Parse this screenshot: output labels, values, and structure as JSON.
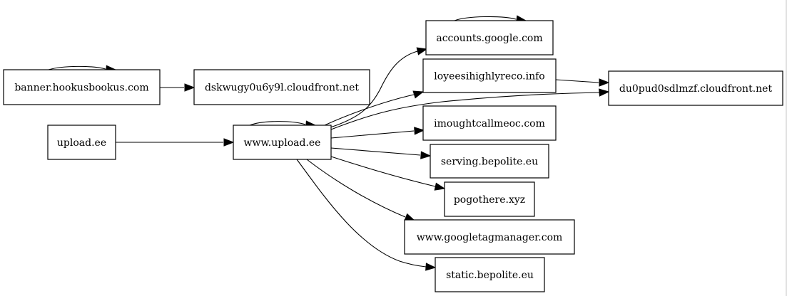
{
  "graph": {
    "nodes": [
      {
        "id": "banner",
        "label": "banner.hookusbookus.com"
      },
      {
        "id": "dskwugy",
        "label": "dskwugy0u6y9l.cloudfront.net"
      },
      {
        "id": "upload",
        "label": "upload.ee"
      },
      {
        "id": "wwwupload",
        "label": "www.upload.ee"
      },
      {
        "id": "accounts",
        "label": "accounts.google.com"
      },
      {
        "id": "loyeesi",
        "label": "loyeesihighlyreco.info"
      },
      {
        "id": "du0pud",
        "label": "du0pud0sdlmzf.cloudfront.net"
      },
      {
        "id": "imought",
        "label": "imoughtcallmeoc.com"
      },
      {
        "id": "serving",
        "label": "serving.bepolite.eu"
      },
      {
        "id": "pogothere",
        "label": "pogothere.xyz"
      },
      {
        "id": "gtm",
        "label": "www.googletagmanager.com"
      },
      {
        "id": "static",
        "label": "static.bepolite.eu"
      }
    ],
    "edges": [
      {
        "from": "banner",
        "to": "banner"
      },
      {
        "from": "banner",
        "to": "dskwugy"
      },
      {
        "from": "upload",
        "to": "wwwupload"
      },
      {
        "from": "wwwupload",
        "to": "wwwupload"
      },
      {
        "from": "wwwupload",
        "to": "accounts"
      },
      {
        "from": "wwwupload",
        "to": "loyeesi"
      },
      {
        "from": "wwwupload",
        "to": "du0pud"
      },
      {
        "from": "wwwupload",
        "to": "imought"
      },
      {
        "from": "wwwupload",
        "to": "serving"
      },
      {
        "from": "wwwupload",
        "to": "pogothere"
      },
      {
        "from": "wwwupload",
        "to": "gtm"
      },
      {
        "from": "wwwupload",
        "to": "static"
      },
      {
        "from": "accounts",
        "to": "accounts"
      },
      {
        "from": "loyeesi",
        "to": "du0pud"
      }
    ]
  }
}
